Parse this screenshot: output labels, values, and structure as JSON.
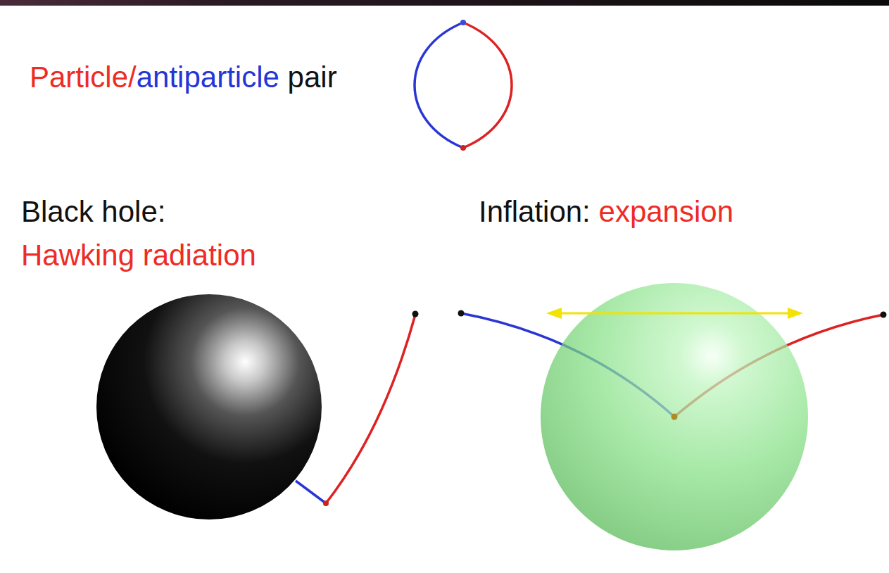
{
  "diagram": {
    "labels": [
      "Particle",
      "/",
      "antiparticle",
      "pair",
      "Black hole:",
      "Hawking radiation",
      "Inflation:",
      "expansion"
    ]
  }
}
